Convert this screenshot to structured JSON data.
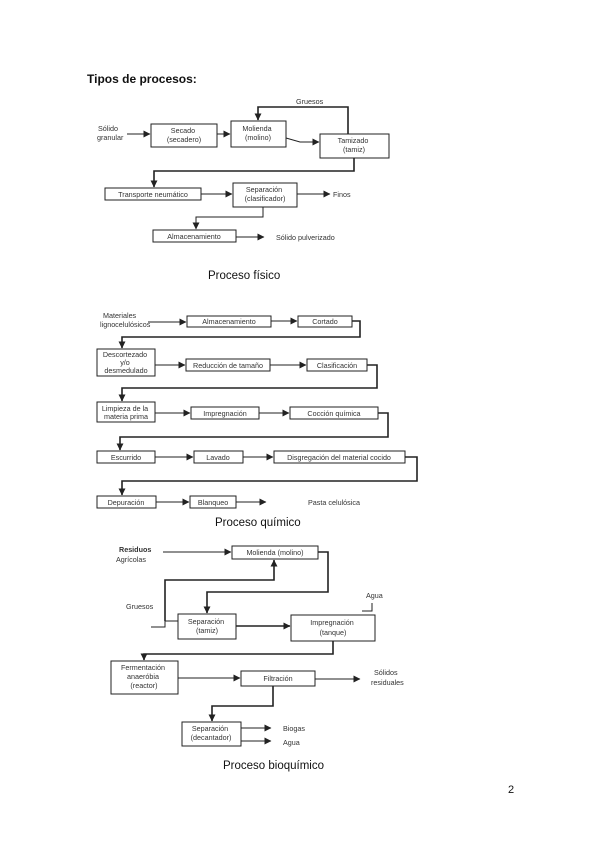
{
  "heading": "Tipos de procesos:",
  "page_number": "2",
  "fisico": {
    "caption": "Proceso físico",
    "input": [
      "Sólido",
      "granular"
    ],
    "secado": [
      "Secado",
      "(secadero)"
    ],
    "molienda": [
      "Molienda",
      "(molino)"
    ],
    "tamizado": [
      "Tamizado",
      "(tamiz)"
    ],
    "gruesos": "Gruesos",
    "transporte": "Transporte neumático",
    "separacion": [
      "Separación",
      "(clasificador)"
    ],
    "finos": "Finos",
    "almacenamiento": "Almacenamiento",
    "producto": "Sólido pulverizado"
  },
  "quimico": {
    "caption": "Proceso químico",
    "input": [
      "Materiales",
      "lignocelulósicos"
    ],
    "almacenamiento": "Almacenamiento",
    "cortado": "Cortado",
    "descortezado": [
      "Descortezado",
      "y/o",
      "desmedulado"
    ],
    "reduccion": "Reducción de tamaño",
    "clasificacion": "Clasificación",
    "limpieza": [
      "Limpieza de la",
      "materia prima"
    ],
    "impregnacion": "Impregnación",
    "coccion": "Cocción química",
    "escurrido": "Escurrido",
    "lavado": "Lavado",
    "disgregacion": "Disgregación del material cocido",
    "depuracion": "Depuración",
    "blanqueo": "Blanqueo",
    "producto": "Pasta celulósica"
  },
  "bioquimico": {
    "caption": "Proceso bioquímico",
    "input": [
      "Residuos",
      "Agrícolas"
    ],
    "molienda": "Molienda (molino)",
    "gruesos": "Gruesos",
    "agua_in": "Agua",
    "separacion": [
      "Separación",
      "(tamiz)"
    ],
    "impregnacion": [
      "Impregnación",
      "(tanque)"
    ],
    "fermentacion": [
      "Fermentación",
      "anaeróbia",
      "(reactor)"
    ],
    "filtracion": "Filtración",
    "solidos": [
      "Sólidos",
      "residuales"
    ],
    "separador": [
      "Separación",
      "(decantador)"
    ],
    "biogas": "Biogas",
    "agua_out": "Agua"
  }
}
